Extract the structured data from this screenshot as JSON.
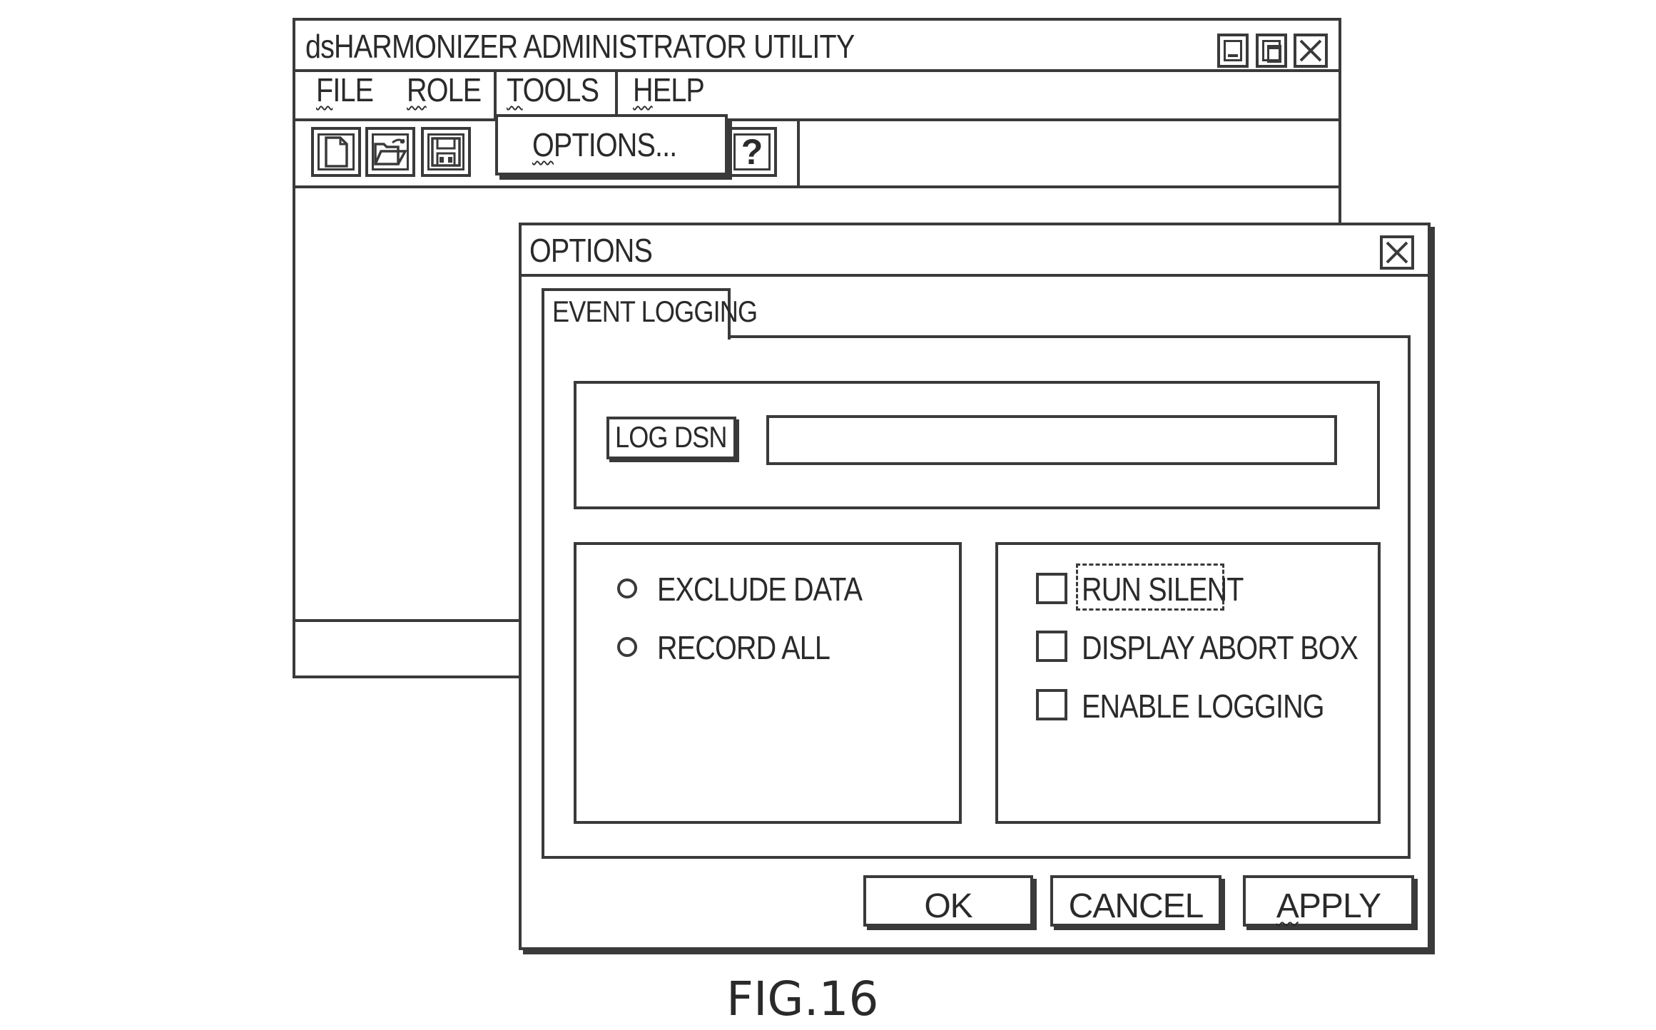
{
  "main_window": {
    "title": "dsHARMONIZER ADMINISTRATOR UTILITY",
    "controls": [
      "minimize-icon",
      "maximize-icon",
      "close-icon"
    ],
    "menu": [
      {
        "label": "FILE",
        "mnemonic": "F"
      },
      {
        "label": "ROLE",
        "mnemonic": "R"
      },
      {
        "label": "TOOLS",
        "mnemonic": "T"
      },
      {
        "label": "HELP",
        "mnemonic": "H"
      }
    ],
    "tools_menu_items": [
      {
        "label": "OPTIONS...",
        "mnemonic": "O"
      }
    ],
    "toolbar_icons": [
      "new-document-icon",
      "open-folder-icon",
      "save-disk-icon",
      "help-icon"
    ],
    "help_glyph": "?"
  },
  "options_dialog": {
    "title": "OPTIONS",
    "tab": "EVENT LOGGING",
    "log_dsn_label": "LOG DSN",
    "log_dsn_value": "",
    "radios": [
      {
        "label": "EXCLUDE DATA",
        "selected": false
      },
      {
        "label": "RECORD ALL",
        "selected": false
      }
    ],
    "checkboxes": [
      {
        "label": "RUN SILENT",
        "checked": false,
        "focused": true
      },
      {
        "label": "DISPLAY ABORT BOX",
        "checked": false
      },
      {
        "label": "ENABLE LOGGING",
        "checked": false
      }
    ],
    "buttons": {
      "ok": "OK",
      "cancel": "CANCEL",
      "apply": "APPLY"
    }
  },
  "caption": "FIG.16"
}
